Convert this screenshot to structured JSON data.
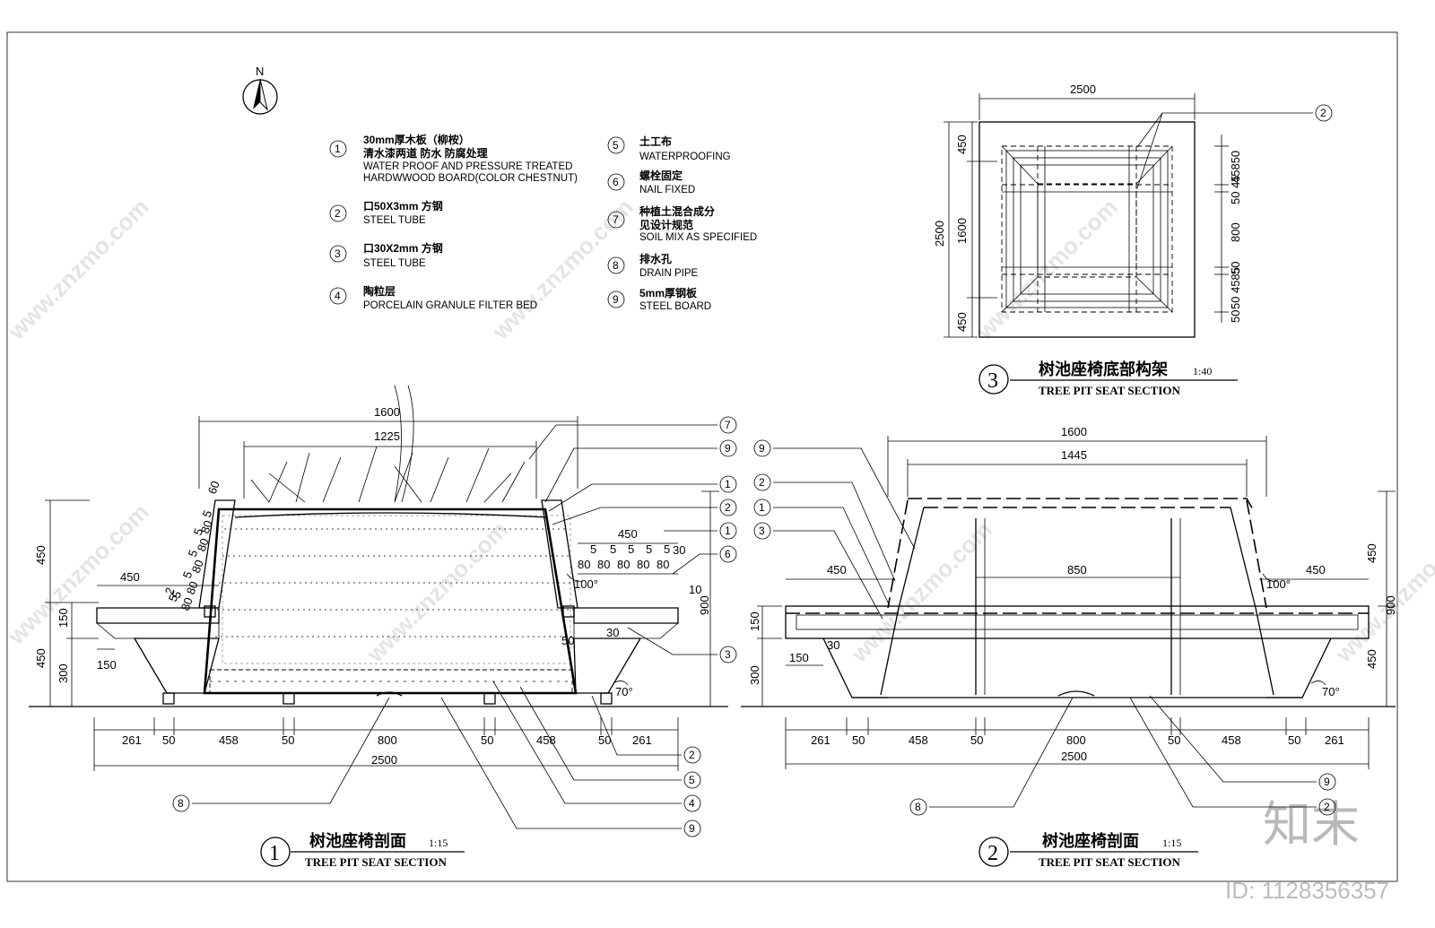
{
  "north": "N",
  "legend": [
    {
      "num": "1",
      "cn": "30mm厚木板（柳桉）",
      "cn2": "清水漆两道 防水 防腐处理",
      "en": "WATER PROOF AND PRESSURE TREATED",
      "en2": "HARDWWOOD BOARD(COLOR CHESTNUT)"
    },
    {
      "num": "2",
      "cn": "口50X3mm   方钢",
      "en": "STEEL TUBE"
    },
    {
      "num": "3",
      "cn": "口30X2mm   方钢",
      "en": "STEEL TUBE"
    },
    {
      "num": "4",
      "cn": "陶粒层",
      "en": "PORCELAIN GRANULE FILTER BED"
    },
    {
      "num": "5",
      "cn": "土工布",
      "en": "WATERPROOFING"
    },
    {
      "num": "6",
      "cn": "螺栓固定",
      "en": "NAIL FIXED"
    },
    {
      "num": "7",
      "cn": "种植土混合成分",
      "cn2": "见设计规范",
      "en": "SOIL MIX AS SPECIFIED"
    },
    {
      "num": "8",
      "cn": "排水孔",
      "en": "DRAIN PIPE"
    },
    {
      "num": "9",
      "cn": "5mm厚钢板",
      "en": "STEEL BOARD"
    }
  ],
  "section1": {
    "num": "1",
    "title_cn": "树池座椅剖面",
    "scale": "1:15",
    "title_en": "TREE PIT SEAT SECTION",
    "dims_top": [
      "1600",
      "1225"
    ],
    "dims_bottom": [
      "261",
      "50",
      "458",
      "50",
      "800",
      "50",
      "458",
      "50",
      "261"
    ],
    "dim_total": "2500",
    "dims_left": [
      "450",
      "150",
      "300",
      "450",
      "150"
    ],
    "dims_right": [
      "450",
      "5",
      "80",
      "80",
      "80",
      "80",
      "80",
      "30",
      "10",
      "900",
      "50",
      "30"
    ],
    "dims_left_stack": [
      "60",
      "5",
      "80",
      "5",
      "80",
      "5",
      "80",
      "5",
      "80",
      "5",
      "80",
      "5",
      "2"
    ],
    "angles": [
      "100°",
      "70°"
    ],
    "callouts_right": [
      "7",
      "9",
      "1",
      "2",
      "1",
      "6",
      "3"
    ],
    "callouts_bottom": [
      "2",
      "5",
      "4",
      "9",
      "8"
    ]
  },
  "section2": {
    "num": "2",
    "title_cn": "树池座椅剖面",
    "scale": "1:15",
    "title_en": "TREE PIT SEAT SECTION",
    "dims_top": [
      "1600",
      "1445"
    ],
    "dims_mid": [
      "850",
      "450",
      "450"
    ],
    "dims_bottom": [
      "261",
      "50",
      "458",
      "50",
      "800",
      "50",
      "458",
      "50",
      "261"
    ],
    "dim_total": "2500",
    "dims_left": [
      "450",
      "150",
      "300",
      "150",
      "30"
    ],
    "dims_right": [
      "450",
      "900",
      "450"
    ],
    "angles": [
      "100°",
      "70°"
    ],
    "callouts_left": [
      "9",
      "2",
      "1",
      "3"
    ],
    "callouts_right": [
      "9",
      "2"
    ],
    "callouts_bottom": [
      "8"
    ]
  },
  "section3": {
    "num": "3",
    "title_cn": "树池座椅底部构架",
    "scale": "1:40",
    "title_en": "TREE PIT SEAT SECTION",
    "dim_top": "2500",
    "dims_left": [
      "2500",
      "450",
      "1600",
      "450"
    ],
    "dims_right": [
      "45850",
      "50 45",
      "800",
      "50",
      "50 4585",
      "50"
    ],
    "callout": "2"
  },
  "watermarks": {
    "site": "www.znzmo.com",
    "brand": "知末",
    "id": "ID: 1128356357"
  }
}
